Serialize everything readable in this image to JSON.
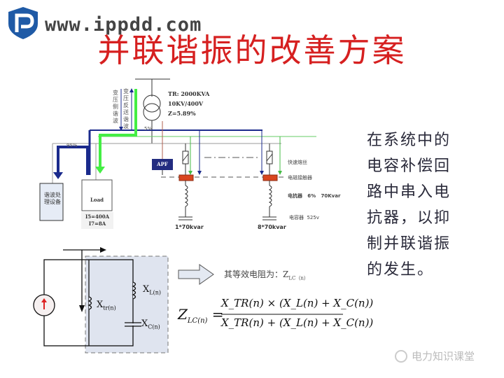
{
  "header": {
    "logo_text": "www.ippdd.com",
    "title": "并联谐振的改善方案"
  },
  "diagram": {
    "transformer": {
      "line1": "TR: 2000KVA",
      "line2": "10KV/400V",
      "line3": "Z=5.89%"
    },
    "harmonic_arrow_1": "变压侧谐波",
    "harmonic_arrow_2": "变压反送谐波",
    "pct_95": "95%",
    "pct_5": "5%",
    "harmonic_device": "谐波处理设备",
    "load_label": "Load",
    "load_i5": "I5=400A",
    "load_i7": "I7=8A",
    "apf_label": "APF",
    "branch1_label": "1*70kvar",
    "branch2_label": "8*70kvar",
    "legend": {
      "fuse": "快速熔丝",
      "contactor": "电磁接触器",
      "reactor": "电抗器   6%   70Kvar",
      "capacitor": "电容器  525v"
    }
  },
  "circuit": {
    "x_tr": "X",
    "x_tr_sub": "tr(n)",
    "x_l": "X",
    "x_l_sub": "L(n)",
    "x_c": "X",
    "x_c_sub": "C(n)"
  },
  "equivalent": {
    "text": "其等效电阻为：Z",
    "sub": "LC（n）"
  },
  "formula": {
    "lhs": "Z",
    "lhs_sub": "LC(n)",
    "numerator": "X_TR(n) × (X_L(n) + X_C(n))",
    "denominator": "X_TR(n) + (X_L(n) + X_C(n))"
  },
  "right_text": [
    "在系统中的",
    "电容补偿回",
    "路中串入电",
    "抗器，以抑",
    "制并联谐振",
    "的发生。"
  ],
  "watermark": "电力知识课堂",
  "colors": {
    "title": "#d62020",
    "bus_blue": "#1a2a8c",
    "green": "#33dd33",
    "contactor": "#d8461e"
  }
}
